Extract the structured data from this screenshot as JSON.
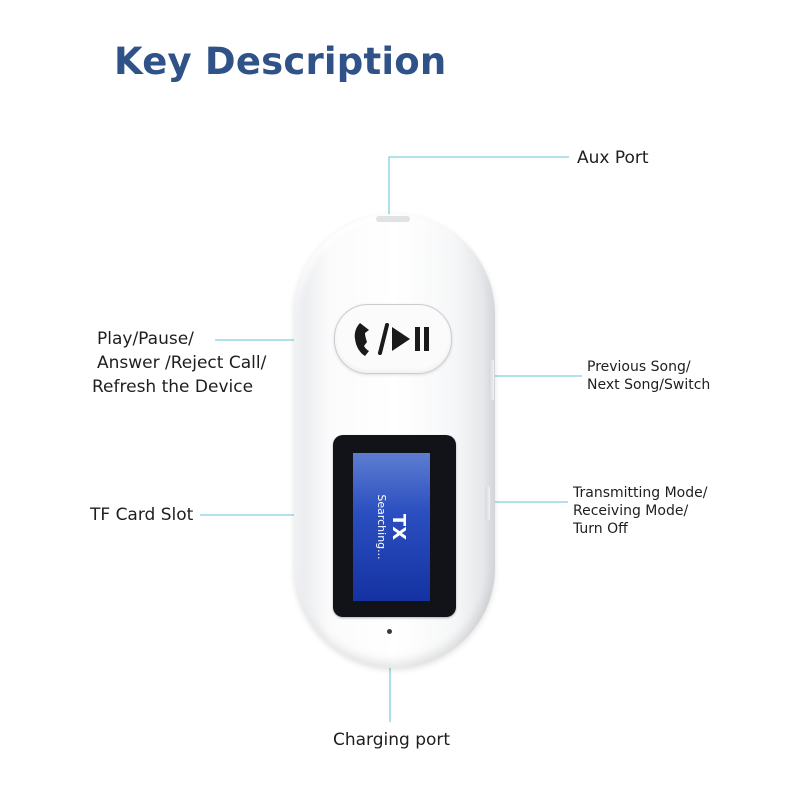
{
  "title": "Key Description",
  "labels": {
    "aux_port": "Aux Port",
    "play_pause": [
      "Play/Pause/",
      "Answer /Reject Call/",
      "Refresh the Device"
    ],
    "prev_next": [
      "Previous Song/",
      "Next Song/Switch"
    ],
    "tf_card": "TF Card Slot",
    "mode": [
      "Transmitting Mode/",
      "Receiving Mode/",
      "Turn Off"
    ],
    "charging": "Charging port"
  },
  "screen": {
    "mode": "TX",
    "status": "Searching..."
  },
  "icons": [
    "phone-icon",
    "play-icon",
    "pause-icon"
  ],
  "colors": {
    "title": "#2f5288",
    "leader_line": "#7fd0df",
    "screen": "#2b4fc0"
  }
}
